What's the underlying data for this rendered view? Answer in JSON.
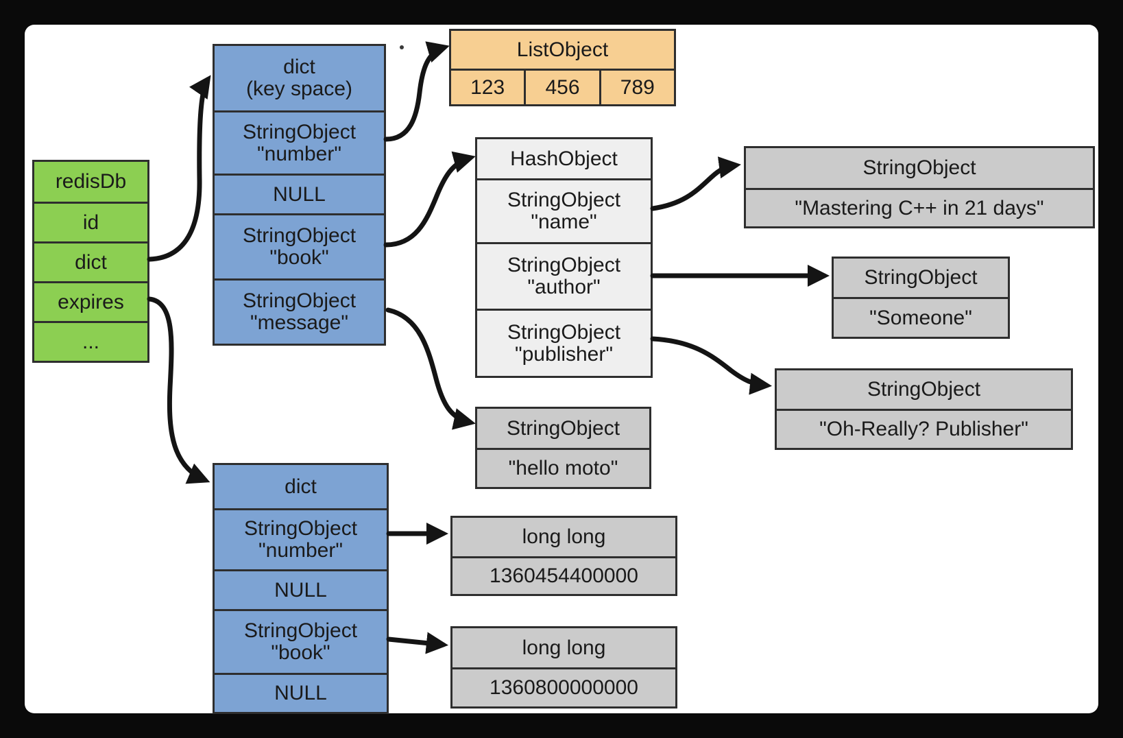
{
  "colors": {
    "frame": "#0a0a0a",
    "surface": "#ffffff",
    "border": "#2e2e2e",
    "arrow": "#141414",
    "green": "#8ccf52",
    "blue": "#7da3d3",
    "orange": "#f7cf92",
    "hash_gray": "#efefef",
    "gray": "#cbcbcb",
    "text": "#1a1a1a"
  },
  "nodes": {
    "redisdb": {
      "rows": [
        [
          "redisDb"
        ],
        [
          "id"
        ],
        [
          "dict"
        ],
        [
          "expires"
        ],
        [
          "..."
        ]
      ]
    },
    "keyspace_dict": {
      "rows": [
        [
          "dict",
          "(key space)"
        ],
        [
          "StringObject",
          "\"number\""
        ],
        [
          "NULL"
        ],
        [
          "StringObject",
          "\"book\""
        ],
        [
          "StringObject",
          "\"message\""
        ]
      ]
    },
    "list_object": {
      "header": "ListObject",
      "cells": [
        "123",
        "456",
        "789"
      ]
    },
    "hash_object": {
      "rows": [
        [
          "HashObject"
        ],
        [
          "StringObject",
          "\"name\""
        ],
        [
          "StringObject",
          "\"author\""
        ],
        [
          "StringObject",
          "\"publisher\""
        ]
      ]
    },
    "string_mastering": {
      "header": "StringObject",
      "value": "\"Mastering C++ in 21 days\""
    },
    "string_someone": {
      "header": "StringObject",
      "value": "\"Someone\""
    },
    "string_ohreally": {
      "header": "StringObject",
      "value": "\"Oh-Really? Publisher\""
    },
    "string_hello": {
      "header": "StringObject",
      "value": "\"hello moto\""
    },
    "expires_dict": {
      "rows": [
        [
          "dict"
        ],
        [
          "StringObject",
          "\"number\""
        ],
        [
          "NULL"
        ],
        [
          "StringObject",
          "\"book\""
        ],
        [
          "NULL"
        ]
      ]
    },
    "longlong_number": {
      "header": "long long",
      "value": "1360454400000"
    },
    "longlong_book": {
      "header": "long long",
      "value": "1360800000000"
    }
  }
}
